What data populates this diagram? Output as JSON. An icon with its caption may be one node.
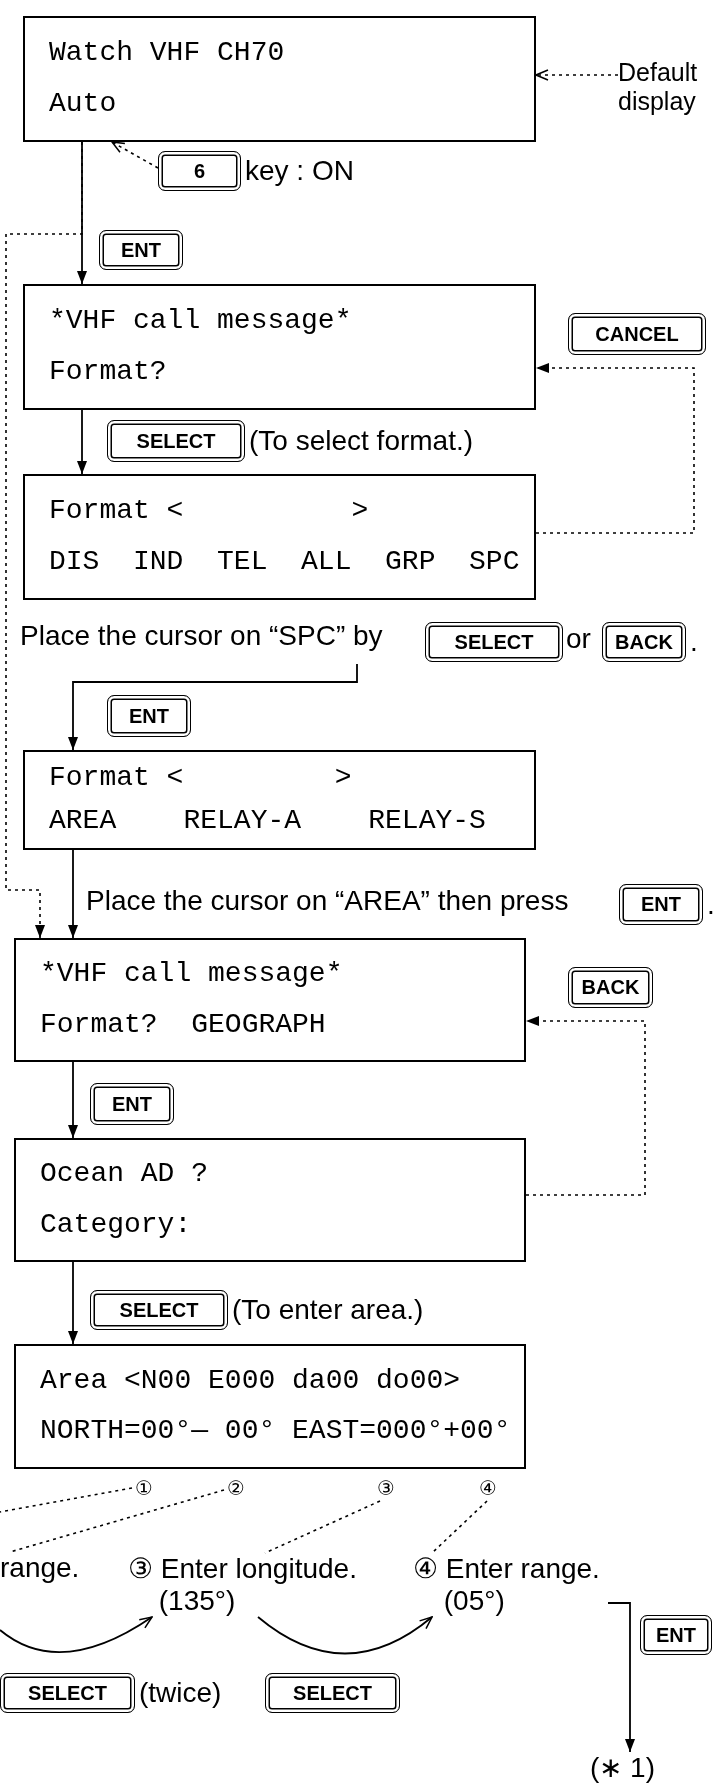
{
  "diagram": {
    "nodes": [
      {
        "text": [
          "Watch VHF CH70",
          "Auto"
        ]
      },
      {
        "text": [
          "Default display"
        ]
      },
      {
        "text": [
          "6"
        ],
        "beside": [
          "key : ON"
        ]
      },
      {
        "text": [
          "ENT"
        ]
      },
      {
        "text": [
          "*VHF call message*",
          "Format?"
        ]
      },
      {
        "text": [
          "CANCEL"
        ]
      },
      {
        "text": [
          "SELECT"
        ],
        "beside": [
          "(To select format.)"
        ]
      },
      {
        "text": [
          "Format <          >",
          "DIS  IND  TEL  ALL  GRP  SPC"
        ]
      },
      {
        "text": [
          "Place the cursor on “SPC” by"
        ]
      },
      {
        "text": [
          "SELECT"
        ]
      },
      {
        "text": [
          "BACK"
        ],
        "beside": [
          "."
        ]
      },
      {
        "text": [
          "ENT"
        ]
      },
      {
        "text": [
          "Format <         >",
          "AREA    RELAY-A    RELAY-S"
        ]
      },
      {
        "text": [
          "Place the cursor on “AREA” then press"
        ]
      },
      {
        "text": [
          "ENT"
        ],
        "beside": [
          "."
        ]
      },
      {
        "text": [
          "*VHF call message*",
          "Format?  GEOGRAPH"
        ]
      },
      {
        "text": [
          "BACK"
        ]
      },
      {
        "text": [
          "ENT"
        ]
      },
      {
        "text": [
          "Ocean AD ?",
          "Category:"
        ]
      },
      {
        "text": [
          "SELECT"
        ],
        "beside": [
          "(To enter area.)"
        ]
      },
      {
        "text": [
          "Area <N00 E000 da00 do00>",
          "NORTH=00°— 00° EAST=000°+00°"
        ]
      },
      {
        "text": [
          "①"
        ]
      },
      {
        "text": [
          "②"
        ]
      },
      {
        "text": [
          "③"
        ]
      },
      {
        "text": [
          "④"
        ]
      },
      {
        "text": [
          "range."
        ]
      },
      {
        "text": [
          "③ Enter longitude. (135°)"
        ]
      },
      {
        "text": [
          "④ Enter range. (05°)"
        ]
      },
      {
        "text": [
          "ENT"
        ]
      },
      {
        "text": [
          "SELECT"
        ],
        "beside": [
          "(twice)"
        ]
      },
      {
        "text": [
          "SELECT"
        ]
      },
      {
        "text": [
          "(∗ 1)"
        ]
      }
    ],
    "edges": [
      {
        "from": 1,
        "to": 0,
        "arrow": "to",
        "style": "dashed"
      },
      {
        "from": 2,
        "to": 0,
        "arrow": "to",
        "style": "dashed"
      },
      {
        "from": 0,
        "to": 4,
        "arrow": "to"
      },
      {
        "from": 0,
        "to": 15,
        "arrow": "to",
        "style": "dashed"
      },
      {
        "from": 7,
        "to": 4,
        "arrow": "to",
        "style": "dashed"
      },
      {
        "from": 4,
        "to": 7,
        "arrow": "to"
      },
      {
        "from": 8,
        "to": 12,
        "arrow": "to"
      },
      {
        "from": 12,
        "to": 15,
        "arrow": "to"
      },
      {
        "from": 18,
        "to": 15,
        "arrow": "to",
        "style": "dashed"
      },
      {
        "from": 15,
        "to": 18,
        "arrow": "to"
      },
      {
        "from": 18,
        "to": 20,
        "arrow": "to"
      },
      {
        "from": 21,
        "to": null,
        "arrow": "none",
        "style": "dashed"
      },
      {
        "from": 22,
        "to": 25,
        "arrow": "none",
        "style": "dashed"
      },
      {
        "from": 23,
        "to": 26,
        "arrow": "none",
        "style": "dashed"
      },
      {
        "from": 24,
        "to": 27,
        "arrow": "none",
        "style": "dashed"
      },
      {
        "from": null,
        "to": 26,
        "arrow": "to"
      },
      {
        "from": 26,
        "to": 27,
        "arrow": "to"
      },
      {
        "from": 27,
        "to": 31,
        "arrow": "to"
      }
    ],
    "labels": [
      "or"
    ]
  }
}
